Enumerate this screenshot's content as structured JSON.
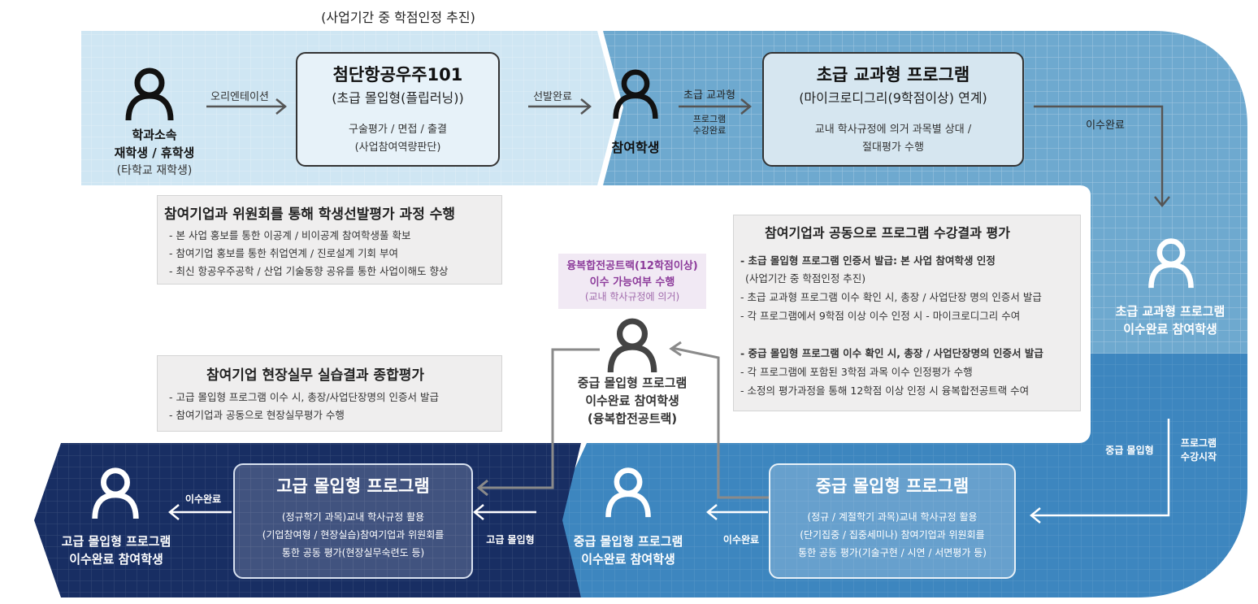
{
  "colors": {
    "light_band": "#cfe6f3",
    "mid_band": "#6ea9cf",
    "blue_band": "#3d86bf",
    "navy_band": "#182e63",
    "gray_box": "#efeeee",
    "purple_note": "#8d3c9b",
    "purple_bg": "#f1e9f4"
  },
  "top_note": "(사업기간 중 학점인정 추진)",
  "start": {
    "line1": "학과소속",
    "line2": "재학생 / 휴학생",
    "line3": "(타학교 재학생)"
  },
  "arrow_orientation": "오리엔테이션",
  "box_101": {
    "title": "첨단항공우주101",
    "subtitle": "(초급 몰입형(플립러닝))",
    "line1": "구술평가 / 면접 / 출결",
    "line2": "(사업참여역량판단)"
  },
  "arrow_selection": "선발완료",
  "participant": "참여학생",
  "arrow_basic": {
    "top": "초급 교과형",
    "bottom1": "프로그램",
    "bottom2": "수강완료"
  },
  "box_basic": {
    "title": "초급 교과형 프로그램",
    "subtitle": "(마이크로디그리(9학점이상) 연계)",
    "line1": "교내 학사규정에 의거 과목별 상대 /",
    "line2": "절대평가 수행"
  },
  "arrow_complete_right": "이수완료",
  "right_student": {
    "line1": "초급 교과형 프로그램",
    "line2": "이수완료 참여학생"
  },
  "gray_select": {
    "title": "참여기업과 위원회를 통해 학생선발평가 과정 수행",
    "items": [
      "- 본 사업 홍보를 통한 이공계 / 비이공계 참여학생풀 확보",
      "- 참여기업 홍보를 통한 취업연계 / 진로설계 기회 부여",
      "- 최신 항공우주공학 / 산업 기술동향 공유를 통한 사업이해도 향상"
    ]
  },
  "purple_note": {
    "line1": "융복합전공트랙(12학점이상)",
    "line2": "이수 가능여부 수행",
    "line3": "(교내 학사규정에 의거)"
  },
  "gray_eval": {
    "title": "참여기업과 공동으로 프로그램 수강결과 평가",
    "sec1_head": "- 초급 몰입형 프로그램 인증서 발급: 본 사업 참여학생 인정",
    "sec1_items": [
      "(사업기간 중 학점인정 추진)",
      "- 초급 교과형 프로그램 이수 확인 시, 총장 / 사업단장 명의 인증서 발급",
      "- 각 프로그램에서 9학점 이상 이수 인정 시  - 마이크로디그리 수여"
    ],
    "sec2_head": "- 중급 몰입형 프로그램 이수 확인 시, 총장 / 사업단장명의 인증서 발급",
    "sec2_items": [
      "- 각 프로그램에 포함된 3학점 과목 이수 인정평가 수행",
      "- 소정의 평가과정을 통해 12학점 이상 인정 시 융복합전공트랙 수여"
    ]
  },
  "gray_field": {
    "title": "참여기업 현장실무 실습결과 종합평가",
    "items": [
      "- 고급 몰입형 프로그램 이수 시, 총장/사업단장명의 인증서 발급",
      "- 참여기업과 공동으로 현장실무평가 수행"
    ]
  },
  "mid_student": {
    "line1": "중급 몰입형 프로그램",
    "line2": "이수완료 참여학생",
    "line3": "(융복합전공트랙)"
  },
  "right_labels": {
    "intermediate": "중급 몰입형",
    "start1": "프로그램",
    "start2": "수강시작"
  },
  "box_intermediate": {
    "title": "중급 몰입형 프로그램",
    "line1": "(정규 / 계절학기 과목)교내 학사규정 활용",
    "line2": "(단기집중 / 집중세미나) 참여기업과 위원회를",
    "line3": "통한 공동 평가(기술구현 / 시연 / 서면평가 등)"
  },
  "arrow_complete_mid": "이수완료",
  "inter_student": {
    "line1": "중급 몰입형 프로그램",
    "line2": "이수완료 참여학생"
  },
  "arrow_advanced": "고급 몰입형",
  "box_advanced": {
    "title": "고급 몰입형 프로그램",
    "line1": "(정규학기 과목)교내 학사규정 활용",
    "line2": "(기업참여형 / 현장실습)참여기업과 위원회를",
    "line3": "통한 공동 평가(현장실무숙련도 등)"
  },
  "arrow_complete_left": "이수완료",
  "adv_student": {
    "line1": "고급 몰입형 프로그램",
    "line2": "이수완료 참여학생"
  }
}
